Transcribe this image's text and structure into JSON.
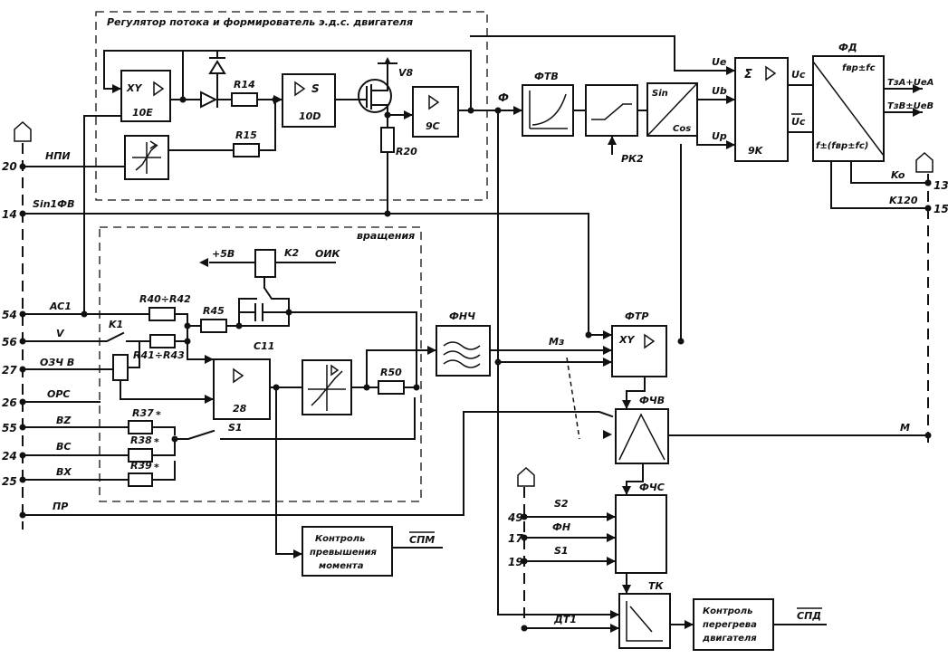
{
  "regions": {
    "flux_regulator_title": "Регулятор потока и формирователь э.д.с. двигателя",
    "rotation_title": "вращения"
  },
  "blocks": {
    "b10e": {
      "top": "XY",
      "bottom": "10E"
    },
    "b10d": {
      "top": "S",
      "bottom": "10D"
    },
    "b9c": "9C",
    "v8": "V8",
    "ftv": "ФТВ",
    "sincos": {
      "top": "Sin",
      "bottom": "Cos"
    },
    "b9k": {
      "top": "Σ",
      "bottom": "9K"
    },
    "fd": {
      "title": "ФД",
      "top": "fвр±fc",
      "bottom": "f±(fвр±fc)"
    },
    "fnch": "ФНЧ",
    "ftr": {
      "title": "ФТР",
      "inner": "XY"
    },
    "b28": "28",
    "fchv": "ФЧВ",
    "fchs": "ФЧС",
    "tk": "ТК",
    "torque_ctrl": [
      "Контроль",
      "превышения",
      "момента"
    ],
    "overheat_ctrl": [
      "Контроль",
      "перегрева",
      "двигателя"
    ]
  },
  "components": {
    "r14": "R14",
    "r15": "R15",
    "r20": "R20",
    "r40r42": "R40÷R42",
    "r41r43": "R41÷R43",
    "r45": "R45",
    "r50": "R50",
    "r37": "R37",
    "r38": "R38",
    "r39": "R39",
    "r_star": "*",
    "c11": "C11",
    "k1": "K1",
    "k2": "K2",
    "s1_switch": "S1",
    "plus5v": "+5В",
    "oik": "ОИК"
  },
  "signals": {
    "phi": "Ф",
    "ue": "Ue",
    "ub": "Ub",
    "up": "Up",
    "uc": "Uc",
    "uc_bar": "Uc",
    "rk2": "РК2",
    "m3": "Mз",
    "m": "M",
    "k0": "Ko",
    "k120": "K120",
    "tza": "TзA+UeA",
    "tzv": "TзB±UeB",
    "spm": "СПМ",
    "spd": "СПД",
    "dt1": "ДТ1",
    "s2": "S2",
    "fn": "ФН",
    "s1": "S1"
  },
  "terminals": [
    {
      "num": "20",
      "label": "НПИ"
    },
    {
      "num": "14",
      "label": "Sin1ФВ"
    },
    {
      "num": "54",
      "label": "AC1"
    },
    {
      "num": "56",
      "label": "V"
    },
    {
      "num": "27",
      "label": "ОЗЧ В"
    },
    {
      "num": "26",
      "label": "ОРС"
    },
    {
      "num": "55",
      "label": "BZ"
    },
    {
      "num": "24",
      "label": "BC"
    },
    {
      "num": "25",
      "label": "BX"
    },
    {
      "num": "",
      "label": "ПР"
    },
    {
      "num": "13",
      "label": ""
    },
    {
      "num": "15",
      "label": ""
    },
    {
      "num": "49",
      "label": "S2"
    },
    {
      "num": "17",
      "label": "ФН"
    },
    {
      "num": "19",
      "label": "S1"
    }
  ]
}
